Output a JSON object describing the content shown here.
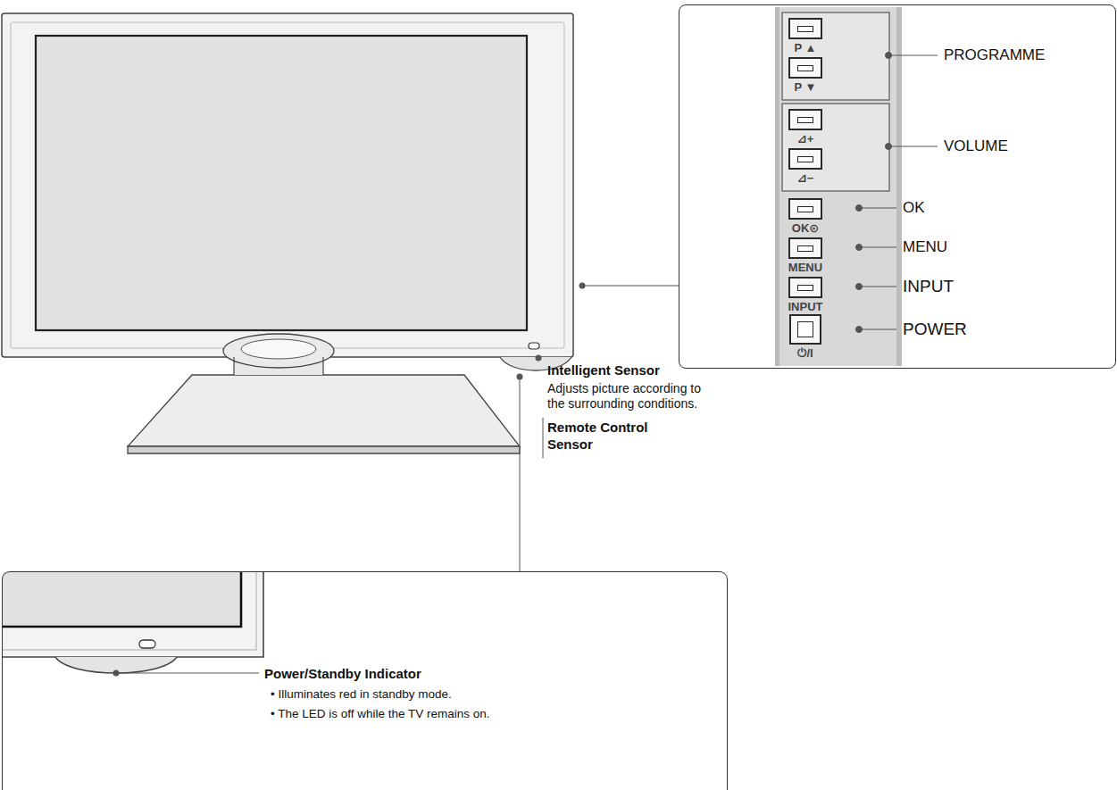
{
  "diagram": {
    "nodes": [
      {
        "text": [
          "PROGRAMME",
          "VOLUME",
          "OK",
          "MENU",
          "INPUT",
          "POWER"
        ]
      },
      {
        "text": [
          "P ▲"
        ],
        "in": 0
      },
      {
        "text": [
          "P ▼"
        ],
        "in": 0
      },
      {
        "text": [
          "⊿+"
        ],
        "in": 0
      },
      {
        "text": [
          "⊿−"
        ],
        "in": 0
      },
      {
        "text": [
          "OK⊙"
        ],
        "in": 0
      },
      {
        "text": [
          "MENU"
        ],
        "in": 0
      },
      {
        "text": [
          "INPUT"
        ],
        "in": 0
      },
      {
        "text": [
          "⏻/I"
        ],
        "in": 0
      },
      {
        "text": [
          "Power/Standby Indicator",
          "• Illuminates red in standby mode.",
          "• The LED is off while the TV remains on."
        ]
      }
    ],
    "labels": [
      "Intelligent Sensor",
      "Adjusts picture according to the surrounding conditions.",
      "Remote Control Sensor"
    ]
  }
}
